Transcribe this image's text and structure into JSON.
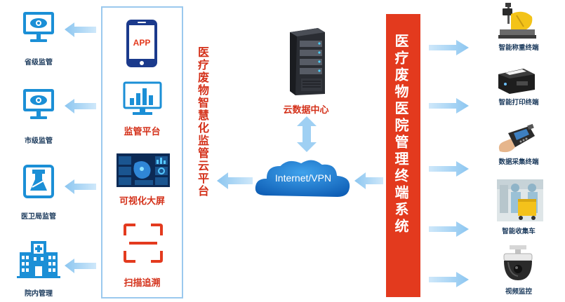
{
  "left_items": [
    {
      "label": "省级监管",
      "icon": "monitor-eye-icon"
    },
    {
      "label": "市级监管",
      "icon": "monitor-eye-icon"
    },
    {
      "label": "医卫局监管",
      "icon": "flask-badge-icon"
    },
    {
      "label": "院内管理",
      "icon": "hospital-icon"
    }
  ],
  "panel_items": [
    {
      "label": "APP",
      "icon": "phone-app-icon"
    },
    {
      "label": "监管平台",
      "icon": "bar-chart-monitor-icon"
    },
    {
      "label": "可视化大屏",
      "icon": "dashboard-screen-icon"
    },
    {
      "label": "扫描追溯",
      "icon": "scan-frame-icon"
    }
  ],
  "platform_title": "医疗废物智慧化监管云平台",
  "server_label": "云数据中心",
  "cloud_label": "Internet/VPN",
  "terminal_title": "医疗废物医院管理终端系统",
  "right_items": [
    {
      "label": "智能称重终端",
      "icon": "scale-icon"
    },
    {
      "label": "智能打印终端",
      "icon": "printer-icon"
    },
    {
      "label": "数据采集终端",
      "icon": "handheld-scanner-icon"
    },
    {
      "label": "智能收集车",
      "icon": "collection-cart-icon"
    },
    {
      "label": "视频监控",
      "icon": "dome-camera-icon"
    }
  ],
  "colors": {
    "accent_red": "#e33a1e",
    "arrow_blue": "#9fd0f3",
    "icon_blue": "#1b8fd6",
    "panel_border": "#9bc9ee"
  }
}
